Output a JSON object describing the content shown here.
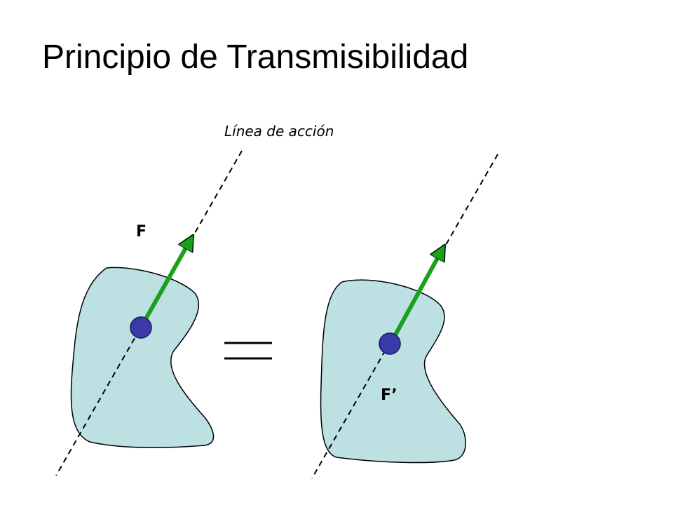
{
  "slide": {
    "title": "Principio de Transmisibilidad"
  },
  "diagram": {
    "line_of_action_label": "Línea de acción",
    "force_label_left": "F",
    "force_label_right": "F’",
    "colors": {
      "body_fill": "#bde0e3",
      "outline": "#000000",
      "force_arrow": "#1aa01a",
      "application_point": "#3a3aa8",
      "application_point_outline": "#1a1a5a"
    }
  }
}
